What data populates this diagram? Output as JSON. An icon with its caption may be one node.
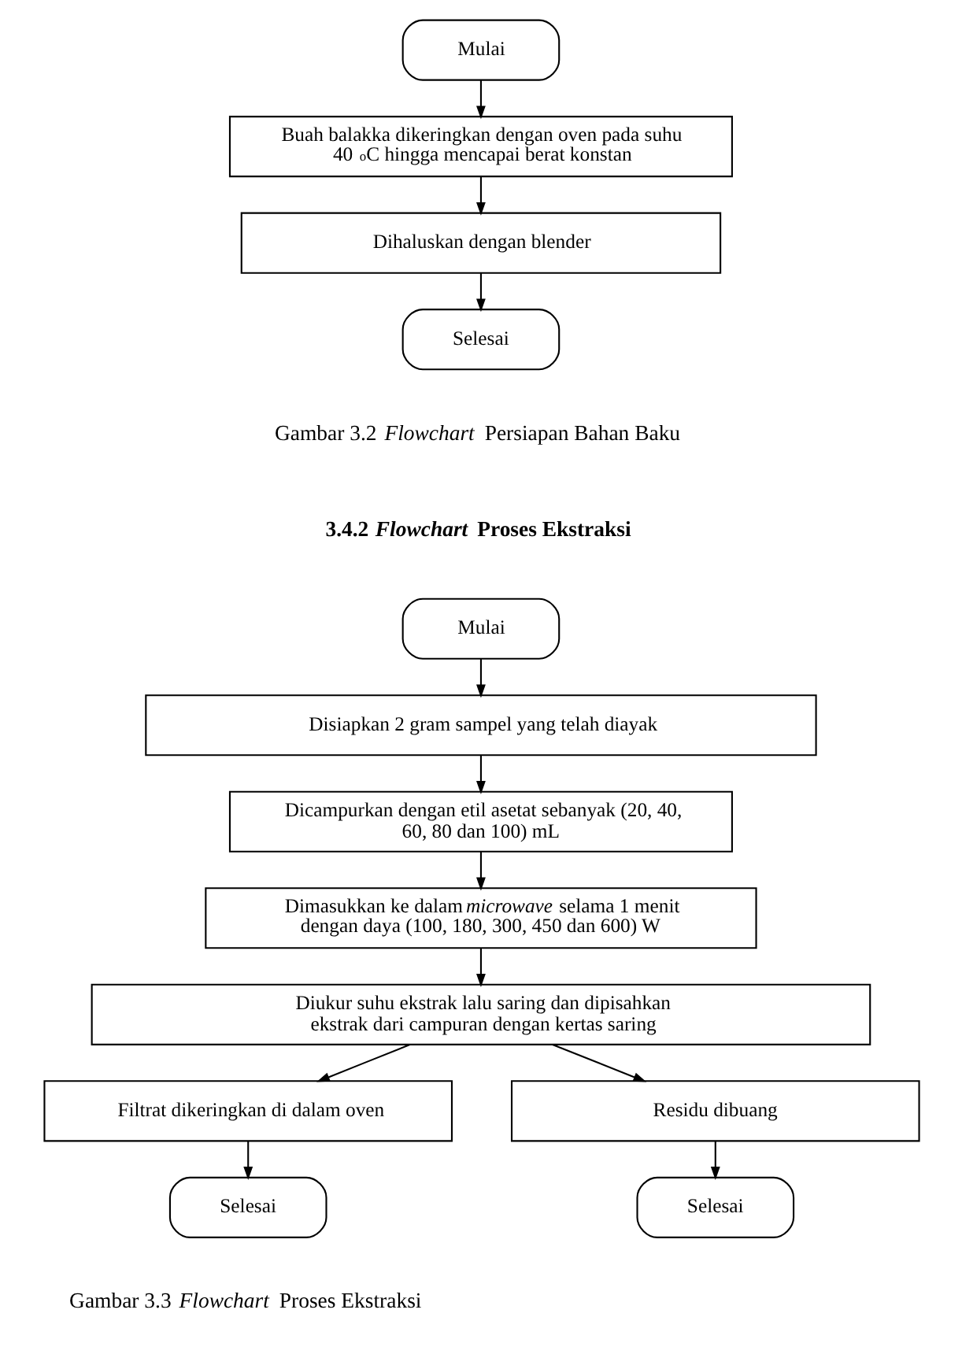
{
  "diagram": {
    "nodes": [
      {
        "text": [
          "Mulai"
        ]
      },
      {
        "text": [
          "Buah balakka dikeringkan dengan oven pada suhu 40 $^{o}$C hingga mencapai berat konstan"
        ]
      },
      {
        "text": [
          "Dihaluskan dengan blender"
        ]
      },
      {
        "text": [
          "Selesai"
        ]
      },
      {
        "text": [
          "Mulai"
        ]
      },
      {
        "text": [
          "Disiapkan 2 gram sampel yang telah diayak"
        ]
      },
      {
        "text": [
          "Dicampurkan dengan etil asetat sebanyak (20, 40, 60, 80 dan 100) mL"
        ]
      },
      {
        "text": [
          "Dimasukkan ke dalam *microwave* selama 1 menit dengan daya (100, 180, 300, 450 dan 600) W"
        ]
      },
      {
        "text": [
          "Diukur suhu ekstrak lalu saring dan dipisahkan ekstrak dari campuran dengan kertas saring"
        ]
      },
      {
        "text": [
          "Filtrat dikeringkan di dalam oven"
        ]
      },
      {
        "text": [
          "Residu dibuang"
        ]
      },
      {
        "text": [
          "Selesai"
        ]
      },
      {
        "text": [
          "Selesai"
        ]
      }
    ],
    "edges": [
      {
        "from": 0,
        "to": 1,
        "arrow": "to"
      },
      {
        "from": 1,
        "to": 2,
        "arrow": "to"
      },
      {
        "from": 2,
        "to": 3,
        "arrow": "to"
      },
      {
        "from": 4,
        "to": 5,
        "arrow": "to"
      },
      {
        "from": 5,
        "to": 6,
        "arrow": "to"
      },
      {
        "from": 6,
        "to": 7,
        "arrow": "to"
      },
      {
        "from": 7,
        "to": 8,
        "arrow": "to"
      },
      {
        "from": 8,
        "to": 9,
        "arrow": "to"
      },
      {
        "from": 8,
        "to": 10,
        "arrow": "to"
      },
      {
        "from": 9,
        "to": 11,
        "arrow": "to"
      },
      {
        "from": 10,
        "to": 12,
        "arrow": "to"
      }
    ],
    "labels": [
      "Gambar 3.2 *Flowchart* Persiapan Bahan Baku",
      "3.4.2 *Flowchart* Proses Ekstraksi",
      "Gambar 3.3 *Flowchart* Proses Ekstraksi"
    ]
  }
}
